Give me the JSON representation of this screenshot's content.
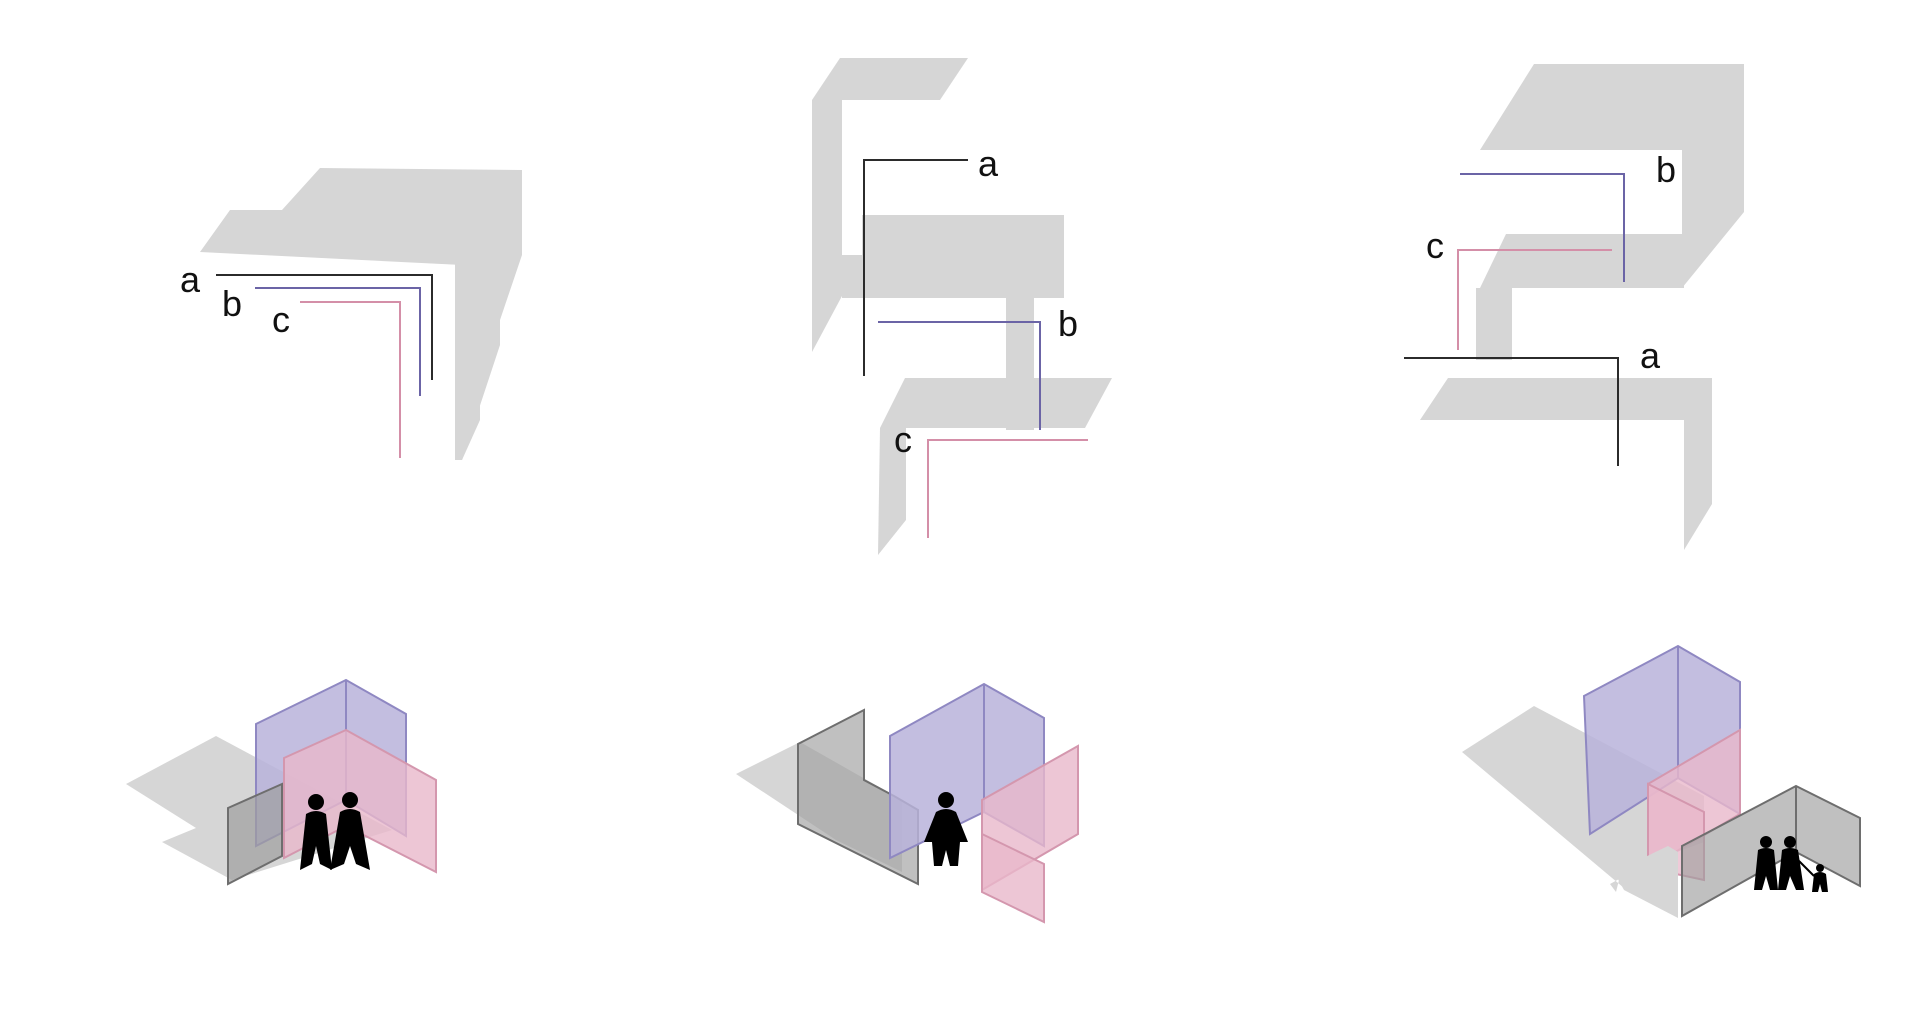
{
  "colors": {
    "slab": "#d6d6d6",
    "shadow": "#d0d0d0",
    "line_a": "#2b2b2b",
    "line_b": "#6b64a6",
    "line_c": "#d48fa8",
    "panel_purple": "#b8b3da",
    "panel_pink": "#e9b8cb",
    "panel_gray": "#9e9e9e",
    "figure": "#000000"
  },
  "diagrams": [
    {
      "labels": {
        "a": "a",
        "b": "b",
        "c": "c"
      }
    },
    {
      "labels": {
        "a": "a",
        "b": "b",
        "c": "c"
      }
    },
    {
      "labels": {
        "a": "a",
        "b": "b",
        "c": "c"
      }
    }
  ],
  "vignettes": [
    {
      "figures": "two-adults"
    },
    {
      "figures": "one-adult"
    },
    {
      "figures": "two-adults-one-child"
    }
  ]
}
